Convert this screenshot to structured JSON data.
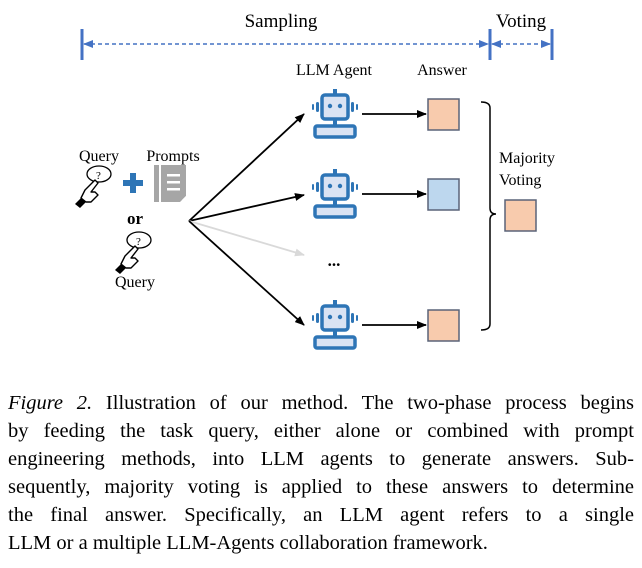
{
  "phases": {
    "sampling_label": "Sampling",
    "voting_label": "Voting"
  },
  "column_headers": {
    "agent": "LLM Agent",
    "answer": "Answer"
  },
  "inputs": {
    "query_label_top": "Query",
    "prompts_label": "Prompts",
    "or_label": "or",
    "query_label_bottom": "Query",
    "icons": [
      "pointing-hand-question-icon",
      "plus-icon",
      "document-icon"
    ]
  },
  "agents": [
    {
      "icon": "robot-icon",
      "answer_color": "#f8cbad"
    },
    {
      "icon": "robot-icon",
      "answer_color": "#bdd7ee"
    },
    {
      "icon": "robot-icon",
      "answer_color": "#f8cbad"
    }
  ],
  "ellipsis": "...",
  "majority": {
    "label_line1": "Majority",
    "label_line2": "Voting",
    "result_color": "#f8cbad"
  },
  "colors": {
    "accent_blue": "#4472c4",
    "robot_blue": "#2e75b6",
    "robot_fill": "#dae3f3",
    "doc_gray": "#a6a6a6",
    "faded_arrow": "#d9d9d9",
    "box_border": "#5a6378"
  },
  "caption": {
    "figure_label": "Figure 2.",
    "lines": [
      " Illustration of our method. The two-phase process begins",
      "by feeding the task query, either alone or combined with prompt",
      "engineering methods, into LLM agents to generate answers. Sub-",
      "sequently, majority voting is applied to these answers to determine",
      "the final answer.  Specifically, an LLM agent refers to a single",
      "LLM or a multiple LLM-Agents collaboration framework."
    ]
  }
}
